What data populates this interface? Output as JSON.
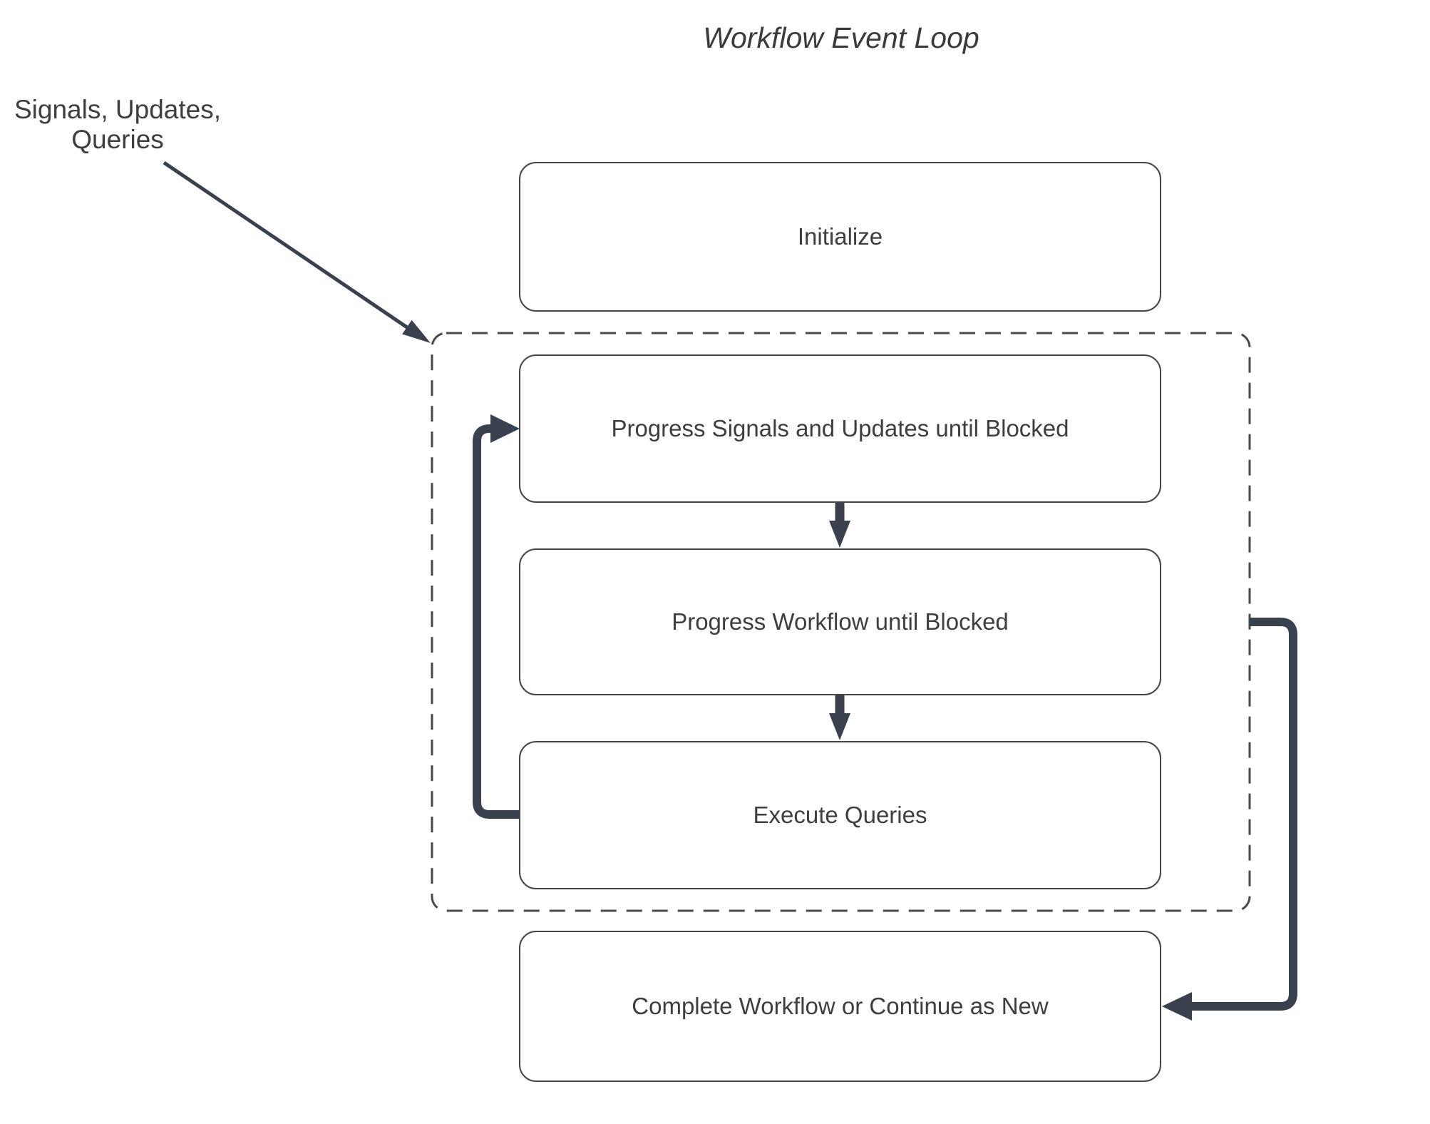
{
  "diagram": {
    "title": "Workflow Event Loop",
    "external_input_label": "Signals, Updates,\nQueries",
    "nodes": {
      "initialize": "Initialize",
      "progress_signals": "Progress Signals and Updates until Blocked",
      "progress_workflow": "Progress Workflow until Blocked",
      "execute_queries": "Execute Queries",
      "complete": "Complete Workflow or Continue as New"
    },
    "edges": [
      {
        "from": "signals-updates-queries-label",
        "to": "event-loop-dashed-container",
        "style": "thin-diagonal-arrow"
      },
      {
        "from": "progress_signals",
        "to": "progress_workflow",
        "style": "thick-down-arrow"
      },
      {
        "from": "progress_workflow",
        "to": "execute_queries",
        "style": "thick-down-arrow"
      },
      {
        "from": "execute_queries",
        "to": "progress_signals",
        "style": "thick-left-loop-arrow"
      },
      {
        "from": "event-loop-dashed-container",
        "to": "complete",
        "style": "thick-right-loop-arrow"
      }
    ],
    "colors": {
      "arrow": "#3a414e",
      "node_border": "#454545",
      "dashed_border": "#4a4a4a",
      "node_text": "#3e3e3e",
      "title_text": "#3a3a3a",
      "background": "#ffffff"
    }
  }
}
